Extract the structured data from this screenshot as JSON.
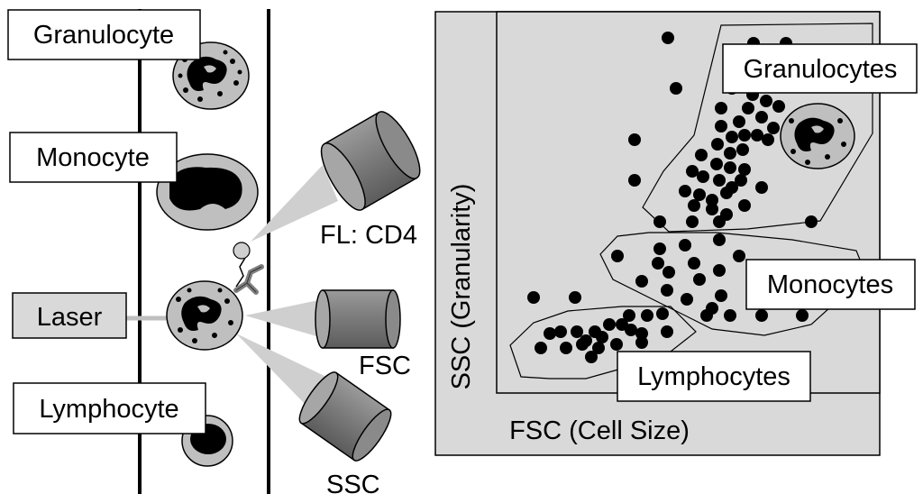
{
  "cells": {
    "granulocyte": "Granulocyte",
    "monocyte": "Monocyte",
    "lymphocyte": "Lymphocyte"
  },
  "laser": "Laser",
  "detectors": {
    "fl": "FL: CD4",
    "fsc": "FSC",
    "ssc": "SSC"
  },
  "plot": {
    "xlabel": "FSC (Cell Size)",
    "ylabel": "SSC (Granularity)",
    "gates": {
      "granulocytes": "Granulocytes",
      "monocytes": "Monocytes",
      "lymphocytes": "Lymphocytes"
    }
  },
  "colors": {
    "plot_background": "#d9d9d9",
    "detector": "#7f7f7f",
    "cell_body": "#bfbfbf",
    "beam": "#c8c8c8"
  }
}
